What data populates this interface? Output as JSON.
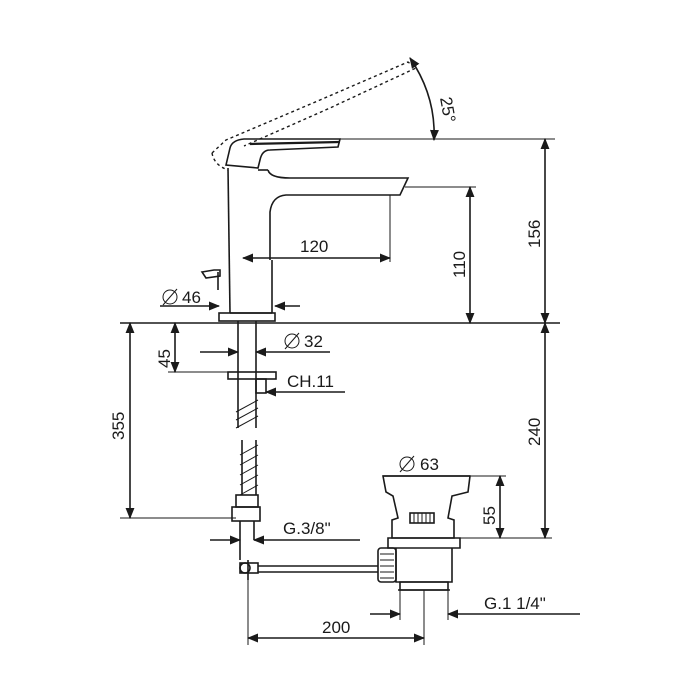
{
  "labels": {
    "angle": "25°",
    "height_total": "156",
    "spout_height": "110",
    "spout_reach": "120",
    "base_diameter": "46",
    "shank_diameter": "32",
    "shank_length": "45",
    "nut": "CH.11",
    "total_depth": "355",
    "below_deck": "240",
    "waste_diameter": "63",
    "waste_height": "55",
    "supply_thread": "G.3/8\"",
    "waste_thread": "G.1 1/4\"",
    "rod_length": "200"
  }
}
